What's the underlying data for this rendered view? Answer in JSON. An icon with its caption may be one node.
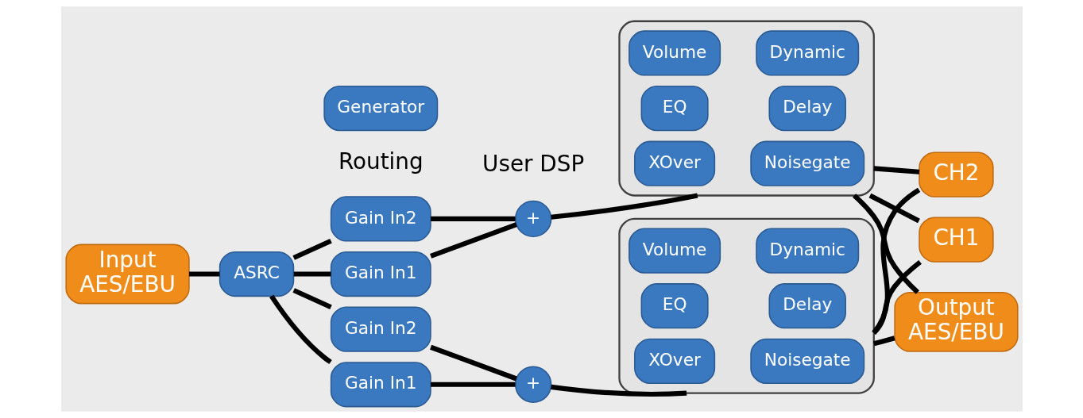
{
  "diagram": {
    "nodes": [
      {
        "text": [
          "Input",
          "AES/EBU"
        ]
      },
      {
        "text": [
          "ASRC"
        ]
      },
      {
        "text": [
          "Gain In1"
        ]
      },
      {
        "text": [
          "Gain In2"
        ]
      },
      {
        "text": [
          "Generator"
        ]
      },
      {
        "text": [
          "Gain In1"
        ]
      },
      {
        "text": [
          "Gain In2"
        ]
      },
      {
        "text": [
          "+"
        ]
      },
      {
        "text": [
          "+"
        ]
      },
      {
        "text": [],
        "shape": "box"
      },
      {
        "text": [
          "Volume"
        ],
        "in": 9
      },
      {
        "text": [
          "Dynamic"
        ],
        "in": 9
      },
      {
        "text": [
          "XOver"
        ],
        "in": 9
      },
      {
        "text": [
          "Noisegate"
        ],
        "in": 9
      },
      {
        "text": [
          "EQ"
        ],
        "in": 9
      },
      {
        "text": [
          "Delay"
        ],
        "in": 9
      },
      {
        "text": [],
        "shape": "box"
      },
      {
        "text": [
          "Volume"
        ],
        "in": 16
      },
      {
        "text": [
          "Dynamic"
        ],
        "in": 16
      },
      {
        "text": [
          "XOver"
        ],
        "in": 16
      },
      {
        "text": [
          "Noisegate"
        ],
        "in": 16
      },
      {
        "text": [
          "EQ"
        ],
        "in": 16
      },
      {
        "text": [
          "Delay"
        ],
        "in": 16
      },
      {
        "text": [
          "CH1"
        ]
      },
      {
        "text": [
          "Output",
          "AES/EBU"
        ]
      },
      {
        "text": [
          "CH2"
        ]
      }
    ],
    "edges": [
      {
        "from": 0,
        "to": 1,
        "arrow": "none"
      },
      {
        "from": 1,
        "to": 2,
        "arrow": "none"
      },
      {
        "from": 1,
        "to": 3,
        "arrow": "none"
      },
      {
        "from": 1,
        "to": 5,
        "arrow": "none"
      },
      {
        "from": 1,
        "to": 6,
        "arrow": "none"
      },
      {
        "from": 2,
        "to": 7,
        "arrow": "none"
      },
      {
        "from": 3,
        "to": 7,
        "arrow": "none"
      },
      {
        "from": 5,
        "to": 8,
        "arrow": "none"
      },
      {
        "from": 6,
        "to": 8,
        "arrow": "none"
      },
      {
        "from": 7,
        "to": 9,
        "arrow": "none"
      },
      {
        "from": 8,
        "to": 16,
        "arrow": "none"
      },
      {
        "from": 9,
        "to": 23,
        "arrow": "none"
      },
      {
        "from": 9,
        "to": 24,
        "arrow": "none"
      },
      {
        "from": 9,
        "to": 25,
        "arrow": "none"
      },
      {
        "from": 16,
        "to": 23,
        "arrow": "none"
      },
      {
        "from": 16,
        "to": 24,
        "arrow": "none"
      },
      {
        "from": 16,
        "to": 25,
        "arrow": "none"
      }
    ],
    "labels": [
      "Routing",
      "User DSP"
    ]
  }
}
